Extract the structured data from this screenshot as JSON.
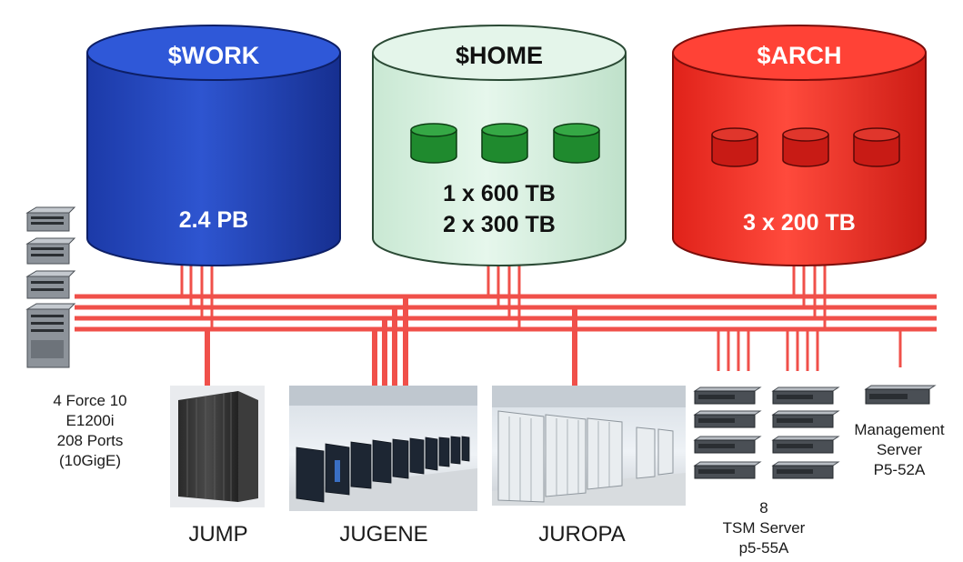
{
  "storage": [
    {
      "id": "work",
      "title": "$WORK",
      "capacity_lines": [
        "2.4 PB"
      ],
      "color": "#2244bb",
      "text_color": "#ffffff",
      "disk_count": 0
    },
    {
      "id": "home",
      "title": "$HOME",
      "capacity_lines": [
        "1 x 600 TB",
        "2 x 300 TB"
      ],
      "color": "#d8f0e0",
      "text_color": "#111111",
      "disk_count": 3,
      "disk_color": "#1f8a2e"
    },
    {
      "id": "arch",
      "title": "$ARCH",
      "capacity_lines": [
        "3 x 200 TB"
      ],
      "color": "#ef2d22",
      "text_color": "#ffffff",
      "disk_count": 3,
      "disk_color": "#c81b15"
    }
  ],
  "switch": {
    "lines": [
      "4 Force 10",
      "E1200i",
      "208 Ports",
      "(10GigE)"
    ]
  },
  "systems": [
    {
      "id": "jump",
      "name": "JUMP"
    },
    {
      "id": "jugene",
      "name": "JUGENE"
    },
    {
      "id": "juropa",
      "name": "JUROPA"
    }
  ],
  "servers": {
    "tsm": {
      "lines": [
        "8",
        "TSM Server",
        "p5-55A"
      ]
    },
    "mgmt": {
      "lines": [
        "Management",
        "Server",
        "P5-52A"
      ]
    }
  },
  "colors": {
    "network": "#f0504a",
    "work": "#2244bb",
    "home": "#d8f0e0",
    "arch": "#ef2d22"
  }
}
